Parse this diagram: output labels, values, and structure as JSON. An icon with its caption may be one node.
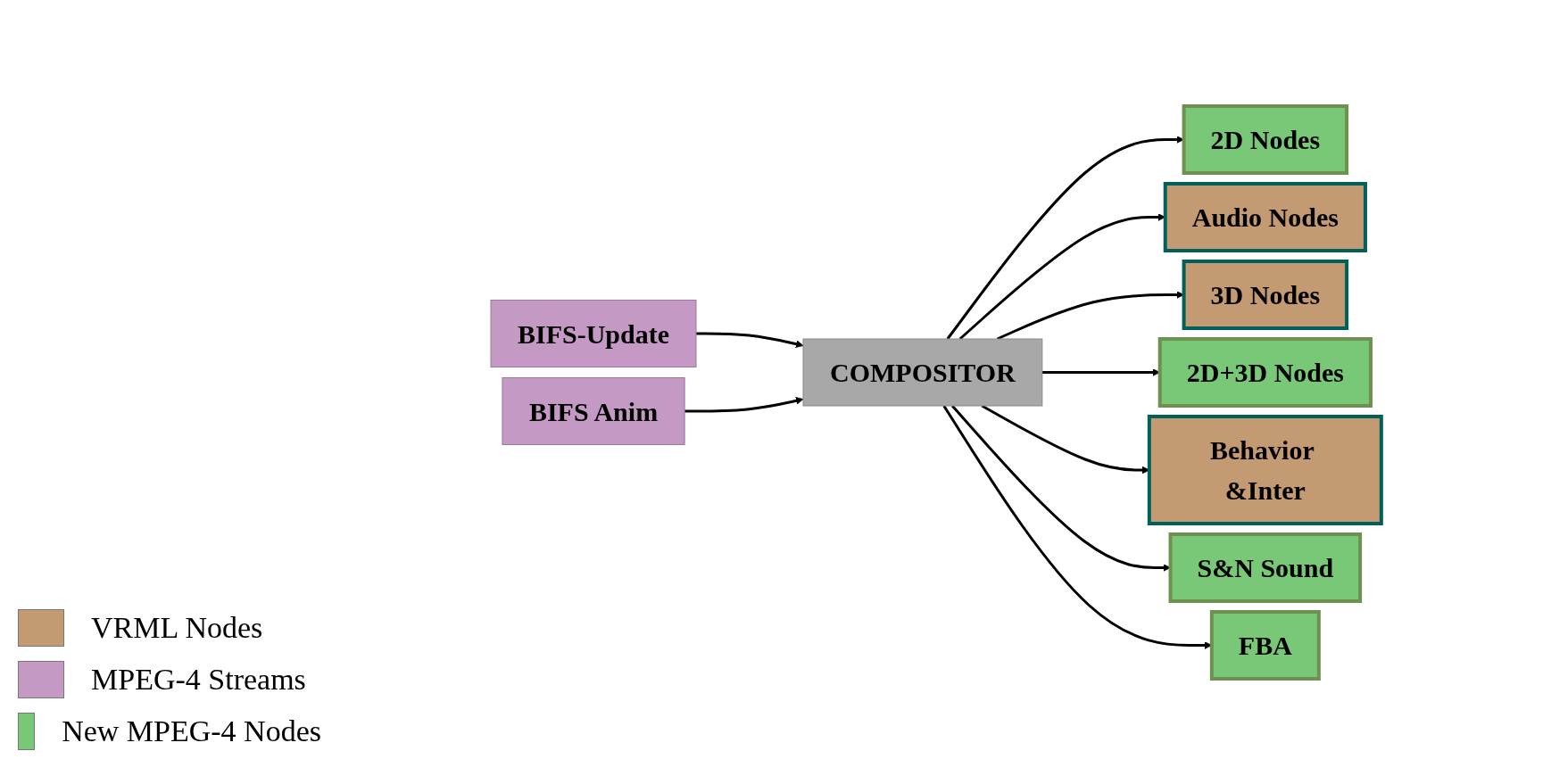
{
  "diagram": {
    "nodes": [
      {
        "text": [
          "BIFS-Update"
        ]
      },
      {
        "text": [
          "BIFS Anim"
        ]
      },
      {
        "text": [
          "COMPOSITOR"
        ]
      },
      {
        "text": [
          "2D Nodes"
        ]
      },
      {
        "text": [
          "Audio Nodes"
        ]
      },
      {
        "text": [
          "3D Nodes"
        ]
      },
      {
        "text": [
          "2D+3D Nodes"
        ]
      },
      {
        "text": [
          "Behavior &Inter"
        ]
      },
      {
        "text": [
          "S&N Sound"
        ]
      },
      {
        "text": [
          "FBA"
        ]
      }
    ],
    "edges": [
      {
        "from": 0,
        "to": 2,
        "arrow": "to"
      },
      {
        "from": 1,
        "to": 2,
        "arrow": "to"
      },
      {
        "from": 2,
        "to": 3,
        "arrow": "to"
      },
      {
        "from": 2,
        "to": 4,
        "arrow": "to"
      },
      {
        "from": 2,
        "to": 5,
        "arrow": "to"
      },
      {
        "from": 2,
        "to": 6,
        "arrow": "to"
      },
      {
        "from": 2,
        "to": 7,
        "arrow": "to"
      },
      {
        "from": 2,
        "to": 8,
        "arrow": "to"
      },
      {
        "from": 2,
        "to": 9,
        "arrow": "to"
      }
    ],
    "legend": [
      {
        "text": "VRML Nodes",
        "color": "#c49a72"
      },
      {
        "text": "MPEG-4 Streams",
        "color": "#c49ac4"
      },
      {
        "text": "New MPEG-4 Nodes",
        "color": "#78c878"
      }
    ]
  }
}
